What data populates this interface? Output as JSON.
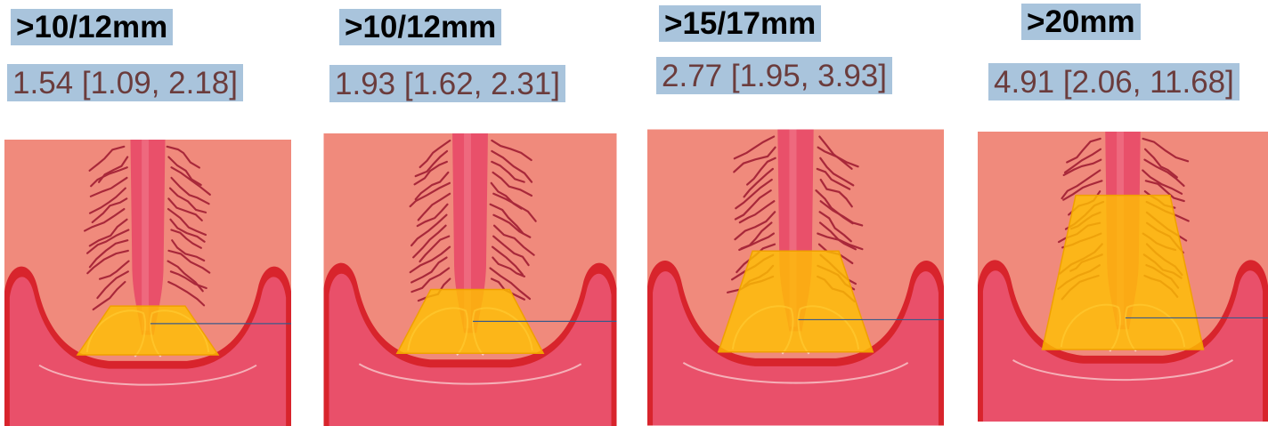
{
  "panels": [
    {
      "title": ">10/12mm",
      "stat": "1.54 [1.09, 2.18]",
      "band_level": 0.25
    },
    {
      "title": ">10/12mm",
      "stat": "1.93 [1.62, 2.31]",
      "band_level": 0.32
    },
    {
      "title": ">15/17mm",
      "stat": "2.77 [1.95, 3.93]",
      "band_level": 0.5
    },
    {
      "title": ">20mm",
      "stat": "4.91 [2.06, 11.68]",
      "band_level": 0.78
    }
  ],
  "colors": {
    "label_background": "#a9c4dc",
    "stat_text": "#6b3c3c",
    "tissue_background": "#f08a7c",
    "lumen": "#e9506a",
    "mucosa_border": "#d8242c",
    "vessels": "#a8283a",
    "highlight": "#ffc000"
  }
}
